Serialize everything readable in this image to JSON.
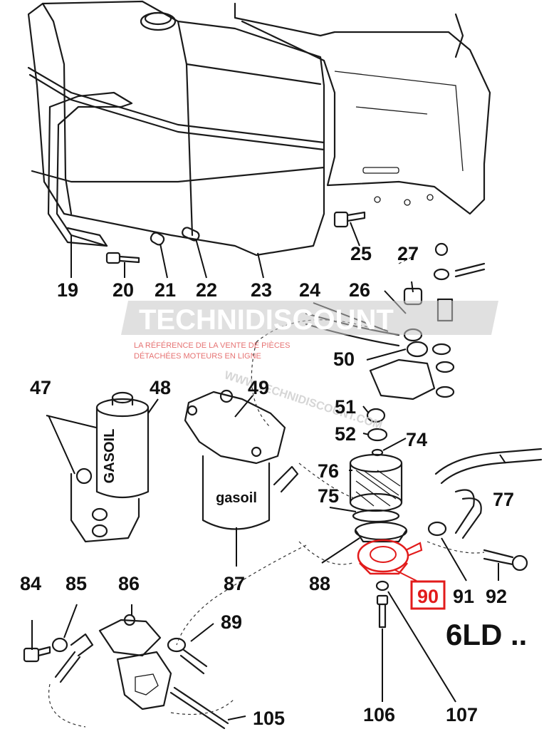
{
  "labels": {
    "p19": "19",
    "p20": "20",
    "p21": "21",
    "p22": "22",
    "p23": "23",
    "p24": "24",
    "p25": "25",
    "p26": "26",
    "p27": "27",
    "p47": "47",
    "p48": "48",
    "p49": "49",
    "p50": "50",
    "p51": "51",
    "p52": "52",
    "p74": "74",
    "p75": "75",
    "p76": "76",
    "p77": "77",
    "p84": "84",
    "p85": "85",
    "p86": "86",
    "p87": "87",
    "p88": "88",
    "p89": "89",
    "p90": "90",
    "p91": "91",
    "p92": "92",
    "p105": "105",
    "p106": "106",
    "p107": "107"
  },
  "model_label": "6LD ..",
  "filter_text_a": "GASOIL",
  "filter_text_b": "gasoil",
  "watermark": {
    "brand": "TECHNIDISCOUNT",
    "tagline_1": "LA RÉFÉRENCE DE LA VENTE DE PIÈCES",
    "tagline_2": "DÉTACHÉES MOTEURS EN LIGNE",
    "url": "WWW.TECHNIDISCOUNT.COM"
  },
  "colors": {
    "highlight": "#e21b1b",
    "ink": "#1a1a1a"
  }
}
